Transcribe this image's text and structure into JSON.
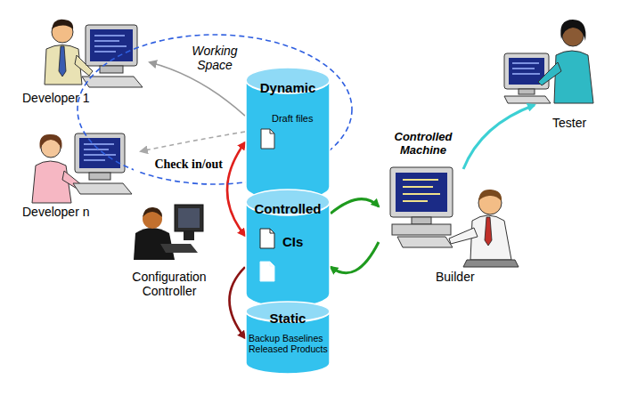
{
  "diagram": {
    "nodes": [
      {
        "text": [
          "Working Space"
        ]
      },
      {
        "text": [
          "Developer 1"
        ]
      },
      {
        "text": [
          "Dynamic",
          "Draft files"
        ]
      },
      {
        "text": [
          "Tester"
        ]
      },
      {
        "text": [
          "Developer n"
        ]
      },
      {
        "text": [
          "Controlled Machine",
          "Builder"
        ]
      },
      {
        "text": [
          "Controlled",
          "CIs"
        ]
      },
      {
        "text": [
          "Configuration Controller"
        ]
      },
      {
        "text": [
          "Static",
          "Backup Baselines Released Products"
        ]
      }
    ],
    "edges": [
      {
        "from": 2,
        "to": 1,
        "arrow": "to"
      },
      {
        "from": 2,
        "to": 4,
        "arrow": "to"
      },
      {
        "from": 2,
        "to": 6,
        "label": "Check in/out",
        "arrow": "both"
      },
      {
        "from": 6,
        "to": 5,
        "arrow": "to"
      },
      {
        "from": 5,
        "to": 6,
        "arrow": "to"
      },
      {
        "from": 6,
        "to": 8,
        "arrow": "to"
      },
      {
        "from": 5,
        "to": 3,
        "arrow": "to"
      }
    ]
  }
}
